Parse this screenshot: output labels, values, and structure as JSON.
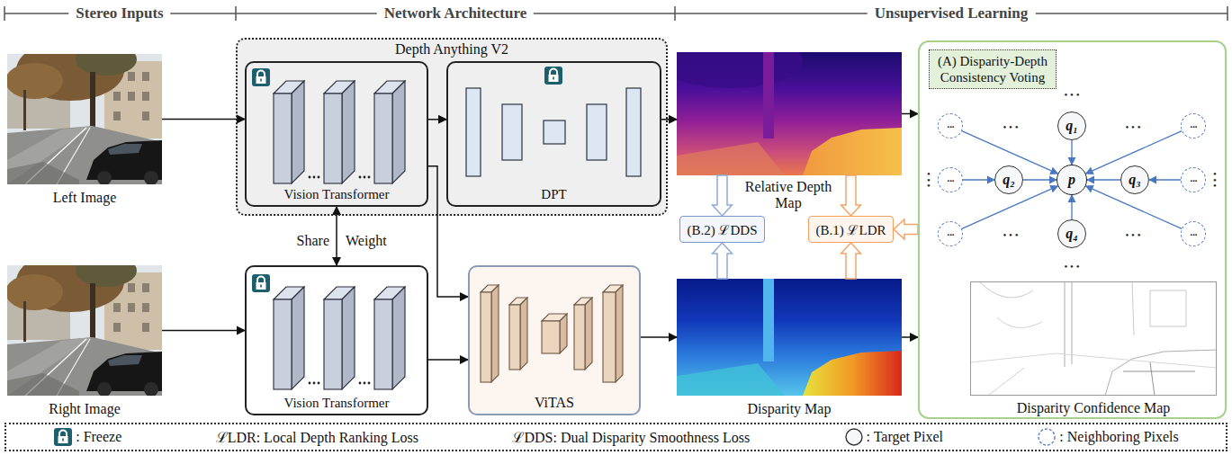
{
  "diagram": {
    "nodes": [
      {
        "text": [
          "Left Image"
        ]
      },
      {
        "text": [
          "Right Image"
        ]
      },
      {
        "text": [
          "Depth Anything V2"
        ]
      },
      {
        "text": [
          "Vision Transformer"
        ],
        "in": 2
      },
      {
        "text": [
          "DPT"
        ],
        "in": 2
      },
      {
        "text": [
          "Vision Transformer"
        ]
      },
      {
        "text": [
          "ViTAS"
        ]
      },
      {
        "text": [
          "Relative Depth Map"
        ]
      },
      {
        "text": [
          "(B.2) ℒDDS"
        ]
      },
      {
        "text": [
          "(B.1) ℒLDR"
        ]
      },
      {
        "text": [
          "Disparity Map"
        ]
      },
      {
        "text": [
          "(A) Disparity-Depth Consistency Voting"
        ]
      },
      {
        "text": [
          "···"
        ],
        "in": 11
      },
      {
        "text": [
          "q₁"
        ],
        "in": 11
      },
      {
        "text": [
          "···"
        ],
        "in": 11
      },
      {
        "text": [
          "···"
        ],
        "in": 11
      },
      {
        "text": [
          "q₂"
        ],
        "in": 11
      },
      {
        "text": [
          "p"
        ],
        "in": 11
      },
      {
        "text": [
          "q₃"
        ],
        "in": 11
      },
      {
        "text": [
          "···"
        ],
        "in": 11
      },
      {
        "text": [
          "···"
        ],
        "in": 11
      },
      {
        "text": [
          "q₄"
        ],
        "in": 11
      },
      {
        "text": [
          "···"
        ],
        "in": 11
      },
      {
        "text": [
          "Disparity Confidence Map"
        ],
        "in": 11
      }
    ],
    "edges": [
      {
        "from": 0,
        "to": 3,
        "arrow": "to"
      },
      {
        "from": 1,
        "to": 5,
        "arrow": "to"
      },
      {
        "from": 3,
        "to": 5,
        "arrow": "both"
      },
      {
        "from": 3,
        "to": 4,
        "arrow": "to"
      },
      {
        "from": 3,
        "to": 6,
        "arrow": "to"
      },
      {
        "from": 5,
        "to": 6,
        "arrow": "to"
      },
      {
        "from": 4,
        "to": 7,
        "arrow": "to"
      },
      {
        "from": 6,
        "to": 10,
        "arrow": "to"
      },
      {
        "from": 7,
        "to": 8,
        "arrow": "to"
      },
      {
        "from": 10,
        "to": 8,
        "arrow": "to"
      },
      {
        "from": 7,
        "to": 9,
        "arrow": "to"
      },
      {
        "from": 10,
        "to": 9,
        "arrow": "to"
      },
      {
        "from": 11,
        "to": 9,
        "arrow": "to"
      },
      {
        "from": 7,
        "to": 11,
        "arrow": "to"
      },
      {
        "from": 10,
        "to": 11,
        "arrow": "to"
      },
      {
        "from": 12,
        "to": 17,
        "arrow": "to"
      },
      {
        "from": 13,
        "to": 17,
        "arrow": "to"
      },
      {
        "from": 14,
        "to": 17,
        "arrow": "to"
      },
      {
        "from": 15,
        "to": 16,
        "arrow": "to"
      },
      {
        "from": 16,
        "to": 17,
        "arrow": "to"
      },
      {
        "from": 18,
        "to": 17,
        "arrow": "to"
      },
      {
        "from": 19,
        "to": 18,
        "arrow": "to"
      },
      {
        "from": 20,
        "to": 17,
        "arrow": "to"
      },
      {
        "from": 21,
        "to": 17,
        "arrow": "to"
      },
      {
        "from": 22,
        "to": 17,
        "arrow": "to"
      }
    ],
    "labels": [
      "Stereo Inputs",
      "Network Architecture",
      "Unsupervised Learning",
      "Share",
      "Weight",
      "• • •",
      "• • •",
      "• • •",
      "• • •",
      "• • •",
      "• • •",
      "• • •",
      "• • •"
    ],
    "legend": [
      {
        "text": ": Freeze"
      },
      {
        "text": "ℒLDR: Local Depth Ranking Loss"
      },
      {
        "text": "ℒDDS: Dual Disparity Smoothness Loss"
      },
      {
        "text": ": Target Pixel"
      },
      {
        "text": ": Neighboring Pixels"
      }
    ]
  }
}
